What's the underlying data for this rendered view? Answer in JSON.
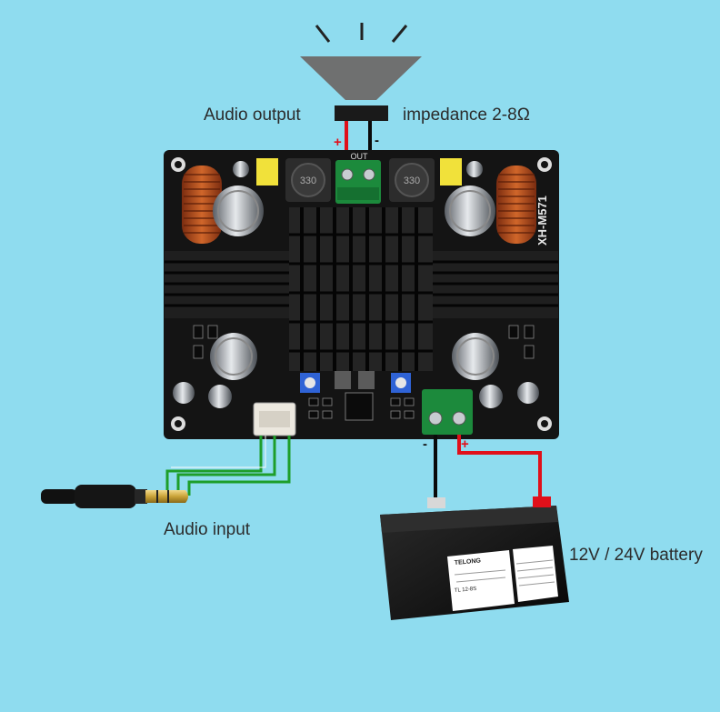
{
  "labels": {
    "audio_output": "Audio output",
    "impedance": "impedance 2-8Ω",
    "audio_input": "Audio input",
    "battery": "12V / 24V battery"
  },
  "board": {
    "model": "XH-M571",
    "out_mark": "OUT",
    "inductor_code": "330"
  },
  "polarity": {
    "speaker_plus": "+",
    "speaker_minus": "-",
    "power_minus": "-",
    "power_plus": "+"
  },
  "battery_brand": "TELONG",
  "battery_model": "TL 12-8S",
  "colors": {
    "background": "#8FDCEF",
    "board": "#141414",
    "wire_red": "#E0101A",
    "wire_black": "#0a0a0a",
    "wire_green": "#1E9E2A"
  }
}
